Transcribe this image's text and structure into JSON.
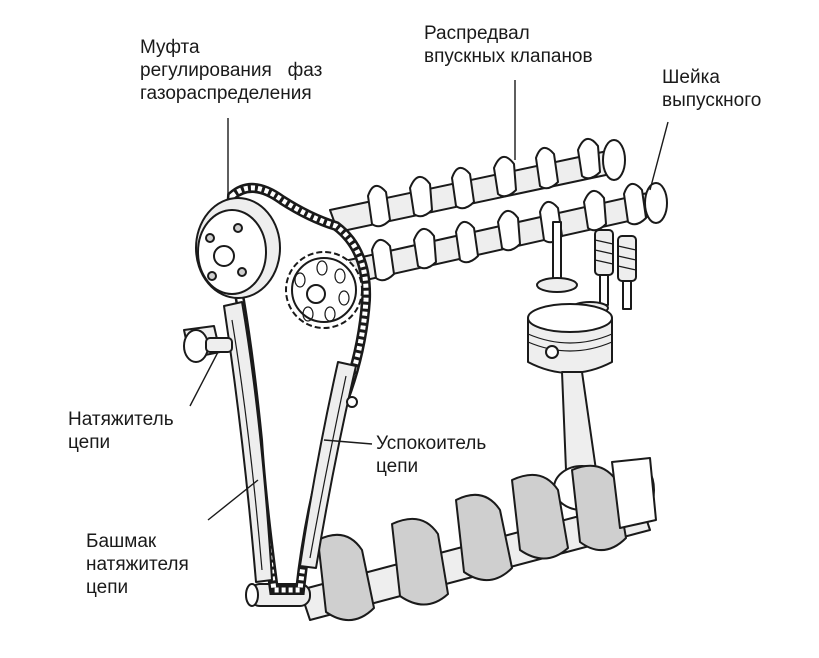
{
  "labels": {
    "vvt_coupling": [
      "Муфта",
      "регулирования   фаз",
      "газораспределения"
    ],
    "intake_camshaft": [
      "Распредвал",
      "впускных клапанов"
    ],
    "exhaust_journal": [
      "Шейка",
      "выпускного"
    ],
    "chain_tensioner": [
      "Натяжитель",
      "цепи"
    ],
    "chain_damper": [
      "Успокоитель",
      "цепи"
    ],
    "tensioner_shoe": [
      "Башмак",
      "натяжителя",
      "цепи"
    ]
  },
  "colors": {
    "ink": "#1a1a1a",
    "background": "#ffffff",
    "metal_light": "#eeeeee",
    "metal_dark": "#cfcfcf"
  }
}
